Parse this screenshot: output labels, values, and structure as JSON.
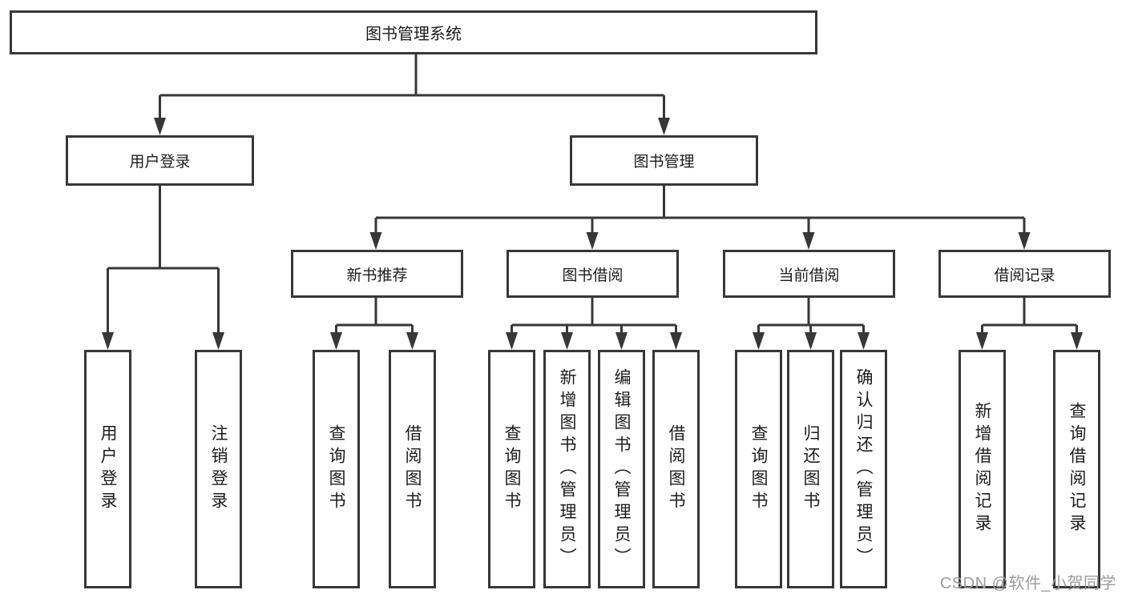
{
  "diagram": {
    "root": {
      "label": "图书管理系统"
    },
    "level2": {
      "user_login": {
        "label": "用户登录"
      },
      "book_management": {
        "label": "图书管理"
      }
    },
    "level3": {
      "new_book_recommend": {
        "label": "新书推荐"
      },
      "book_borrowing": {
        "label": "图书借阅"
      },
      "current_borrowing": {
        "label": "当前借阅"
      },
      "borrowing_records": {
        "label": "借阅记录"
      }
    },
    "leaves": {
      "login": {
        "label": "用户登录"
      },
      "logout": {
        "label": "注销登录"
      },
      "recommend_query_books": {
        "label": "查询图书"
      },
      "recommend_borrow_books": {
        "label": "借阅图书"
      },
      "borrowing_query_books": {
        "label": "查询图书"
      },
      "borrowing_add_books": {
        "label": "新增图书（管理员）"
      },
      "borrowing_edit_books": {
        "label": "编辑图书（管理员）"
      },
      "borrowing_borrow_books": {
        "label": "借阅图书"
      },
      "current_query_books": {
        "label": "查询图书"
      },
      "current_return_books": {
        "label": "归还图书"
      },
      "current_confirm_return": {
        "label": "确认归还（管理员）"
      },
      "records_add_record": {
        "label": "新增借阅记录"
      },
      "records_query_record": {
        "label": "查询借阅记录"
      }
    }
  },
  "watermark": {
    "text": "CSDN @软件_小贺同学"
  },
  "colors": {
    "line": "#373737",
    "text": "#1c1c1c",
    "watermark": "#9c9c9c",
    "background": "#ffffff"
  }
}
